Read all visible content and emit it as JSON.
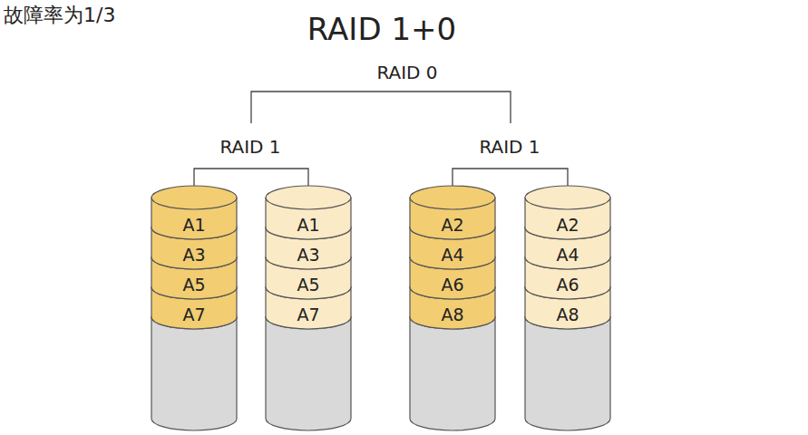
{
  "diagram": {
    "title": "RAID 1+0",
    "nodes": [
      {
        "text": [
          "A1"
        ]
      },
      {
        "text": [
          "A1"
        ]
      },
      {
        "text": [
          "A2"
        ]
      },
      {
        "text": [
          "A2"
        ]
      },
      {
        "text": [
          "A3"
        ]
      },
      {
        "text": [
          "A3"
        ]
      },
      {
        "text": [
          "A4"
        ]
      },
      {
        "text": [
          "A4"
        ]
      },
      {
        "text": [
          "A5"
        ]
      },
      {
        "text": [
          "A5"
        ]
      },
      {
        "text": [
          "A6"
        ]
      },
      {
        "text": [
          "A6"
        ]
      },
      {
        "text": [
          "A7"
        ]
      },
      {
        "text": [
          "A7"
        ]
      },
      {
        "text": [
          "A8"
        ]
      },
      {
        "text": [
          "A8"
        ]
      }
    ],
    "labels": [
      "故障率为1/3",
      "RAID 0",
      "RAID 1",
      "RAID 1"
    ]
  }
}
